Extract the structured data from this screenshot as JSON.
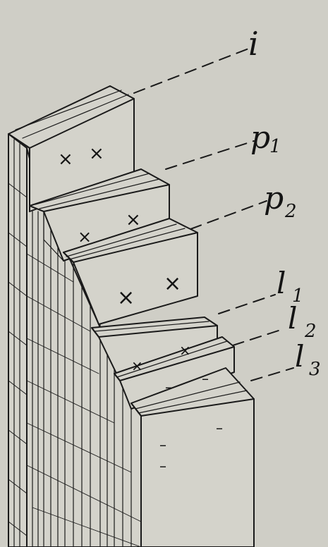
{
  "figure": {
    "labels": [
      {
        "id": "i",
        "main": "i",
        "sub": ""
      },
      {
        "id": "p1",
        "main": "p",
        "sub": "1"
      },
      {
        "id": "p2",
        "main": "p",
        "sub": "2"
      },
      {
        "id": "l1",
        "main": "l",
        "sub": "1"
      },
      {
        "id": "l2",
        "main": "l",
        "sub": "2"
      },
      {
        "id": "l3",
        "main": "l",
        "sub": "3"
      }
    ],
    "cross_mark": "×",
    "dash_mark": "–"
  }
}
